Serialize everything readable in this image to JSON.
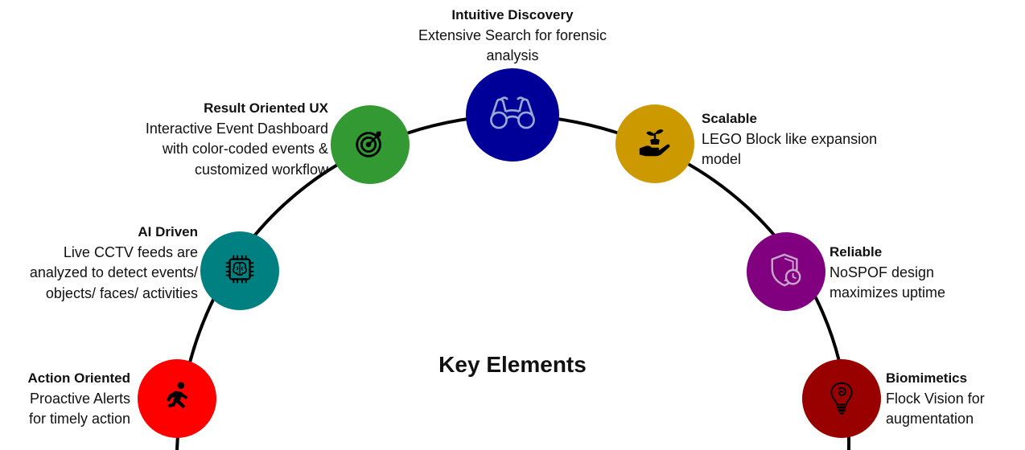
{
  "center_title": "Key Elements",
  "elements": [
    {
      "id": "action-oriented",
      "title": "Action Oriented",
      "description": "Proactive Alerts\nfor timely action",
      "color": "#ff0000",
      "icon": "running-person-icon"
    },
    {
      "id": "ai-driven",
      "title": "AI Driven",
      "description": "Live CCTV feeds are\nanalyzed to detect events/\nobjects/ faces/ activities",
      "color": "#008080",
      "icon": "brain-chip-icon"
    },
    {
      "id": "result-oriented-ux",
      "title": "Result Oriented UX",
      "description": "Interactive Event Dashboard\nwith color-coded events &\ncustomized workflow",
      "color": "#339933",
      "icon": "target-icon"
    },
    {
      "id": "intuitive-discovery",
      "title": "Intuitive Discovery",
      "description": "Extensive Search for forensic\nanalysis",
      "color": "#000099",
      "icon": "binoculars-icon"
    },
    {
      "id": "scalable",
      "title": "Scalable",
      "description": "LEGO Block like expansion\nmodel",
      "color": "#cc9900",
      "icon": "plant-in-hand-icon"
    },
    {
      "id": "reliable",
      "title": "Reliable",
      "description": "NoSPOF design\nmaximizes uptime",
      "color": "#800080",
      "icon": "shield-clock-icon"
    },
    {
      "id": "biomimetics",
      "title": "Biomimetics",
      "description": "Flock Vision for\naugmentation",
      "color": "#990000",
      "icon": "idea-bulb-icon"
    }
  ]
}
